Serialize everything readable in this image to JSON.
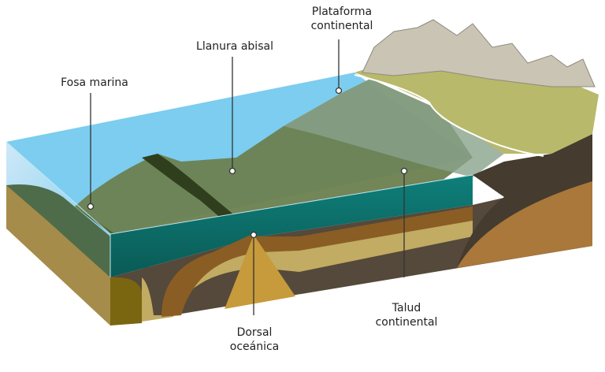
{
  "labels": {
    "plataforma": {
      "line1": "Plataforma",
      "line2": "continental"
    },
    "llanura": "Llanura abisal",
    "fosa": "Fosa marina",
    "talud": {
      "line1": "Talud",
      "line2": "continental"
    },
    "dorsal": {
      "line1": "Dorsal",
      "line2": "oceánica"
    }
  },
  "colors": {
    "water_surface": "#7ccdef",
    "water_front": "#0f7b78",
    "seafloor": "#6b7f4f",
    "crust_light": "#c2ab62",
    "crust_brown": "#8a5d24",
    "mantle_dark": "#54493a",
    "magma": "#c79a3c",
    "land_green": "#b8b96a"
  }
}
